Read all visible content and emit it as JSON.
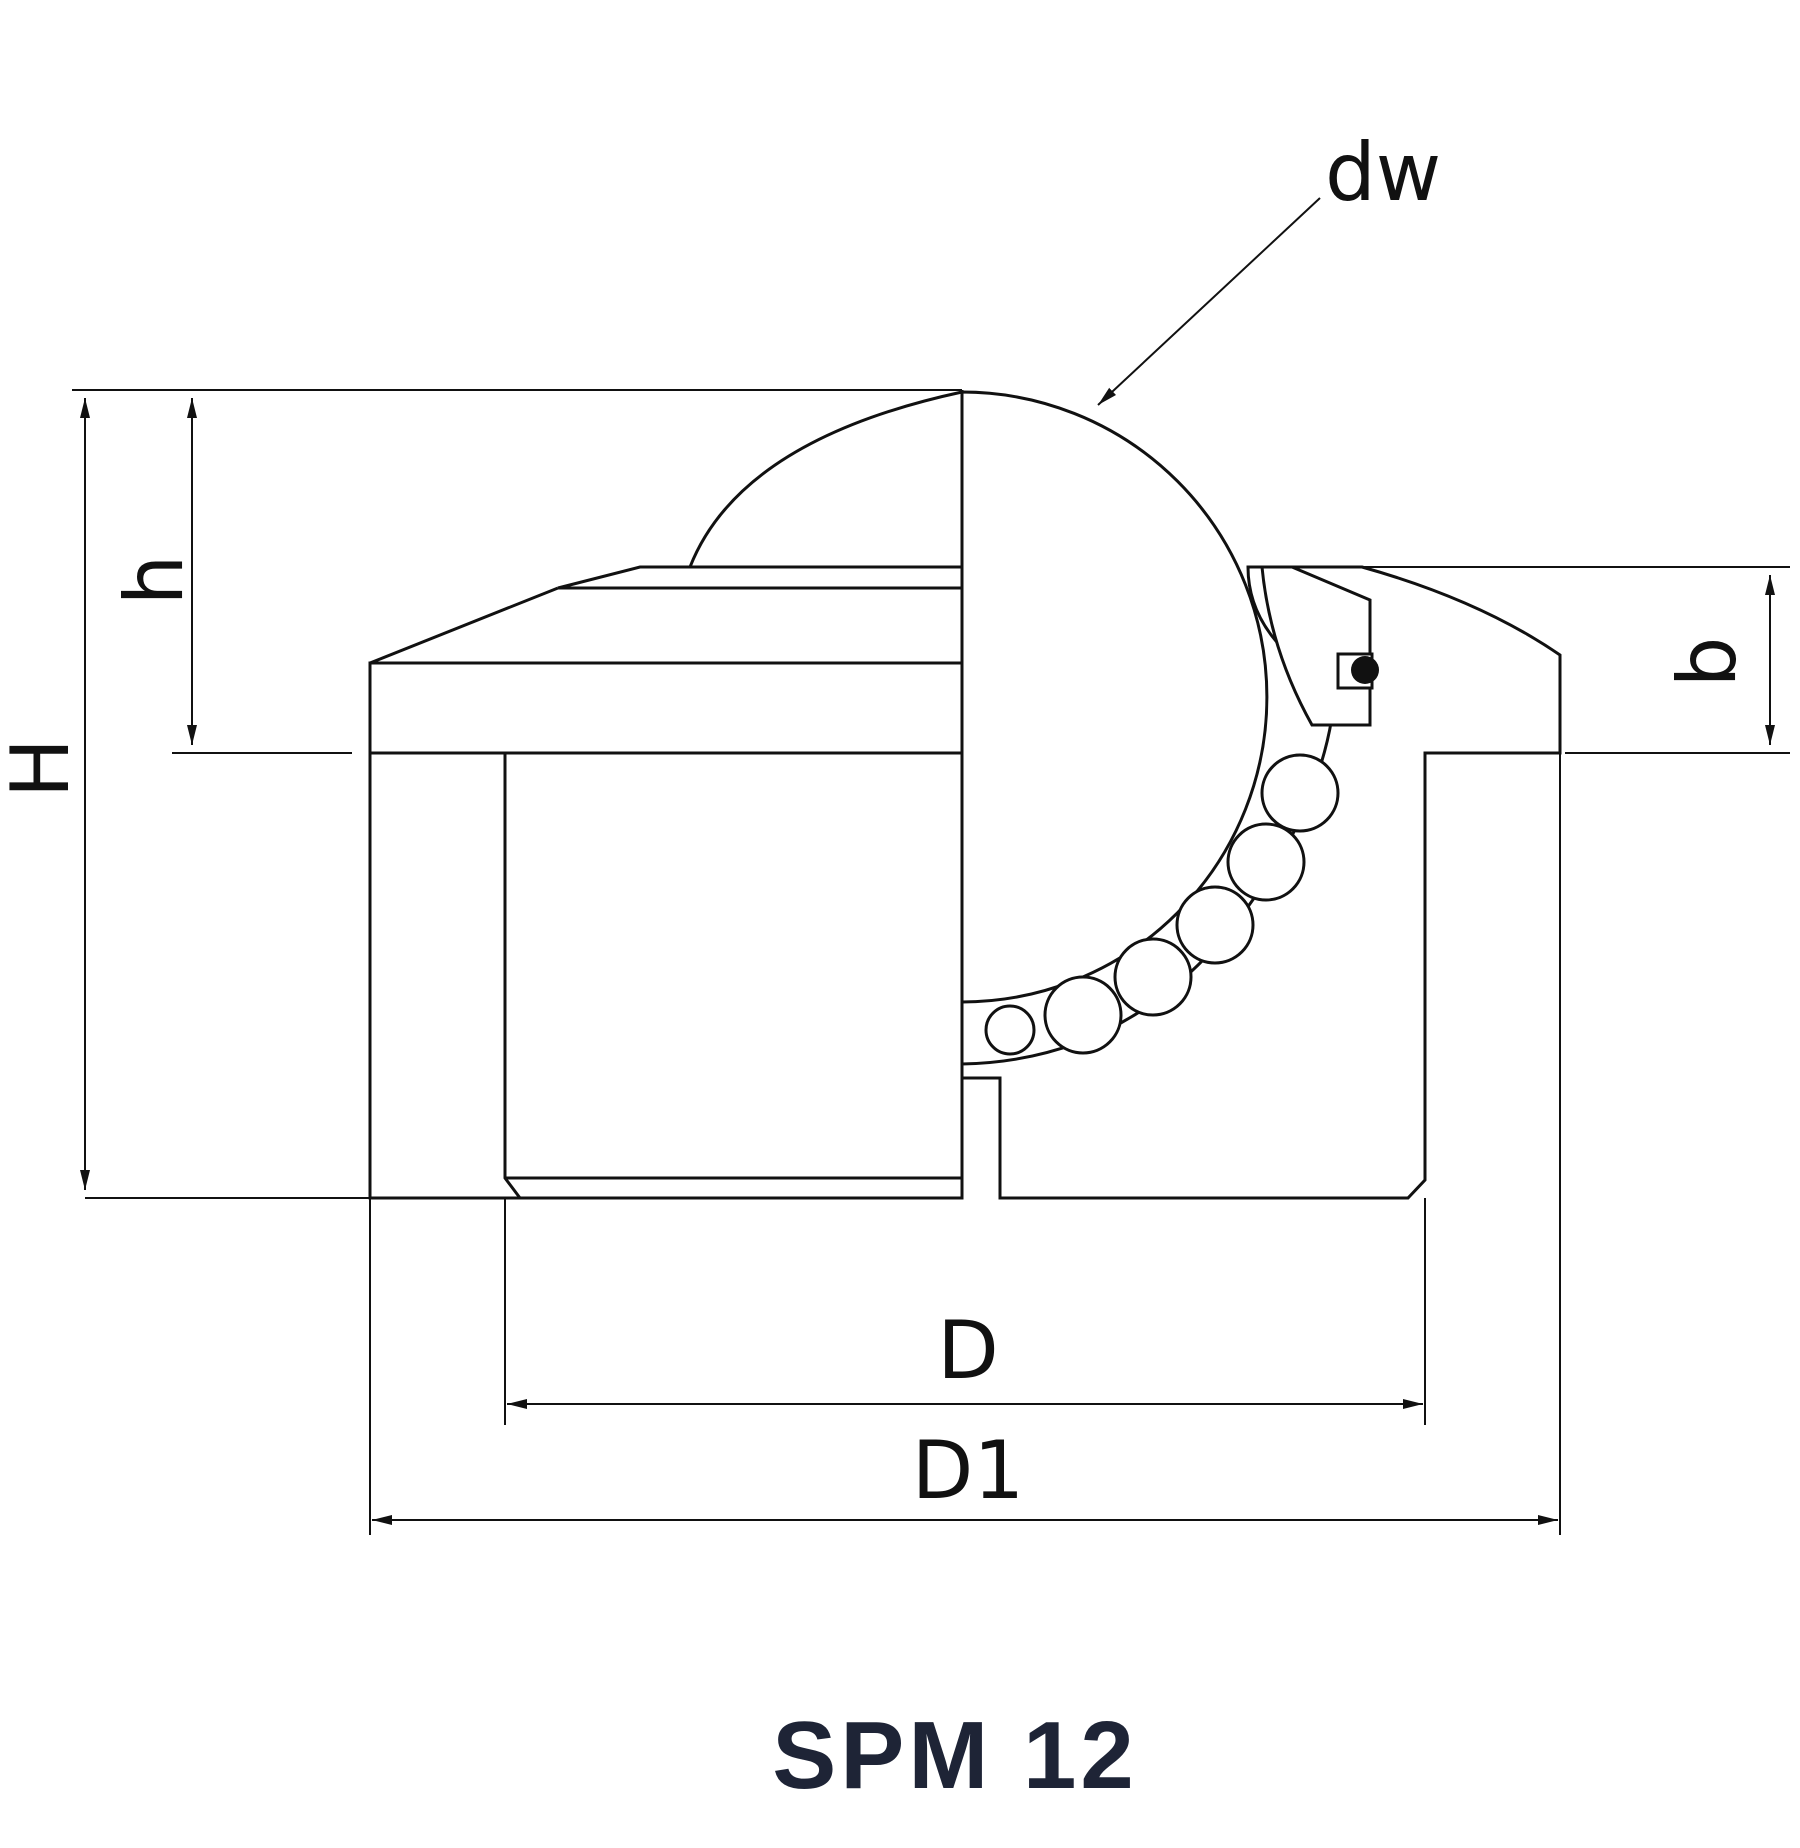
{
  "drawing": {
    "title": "SPM 12",
    "title_color": "#1e2436",
    "labels": {
      "dw": "dw",
      "h": "h",
      "H": "H",
      "b": "b",
      "D": "D",
      "D1": "D1"
    },
    "bearing_ball_count": 6
  }
}
